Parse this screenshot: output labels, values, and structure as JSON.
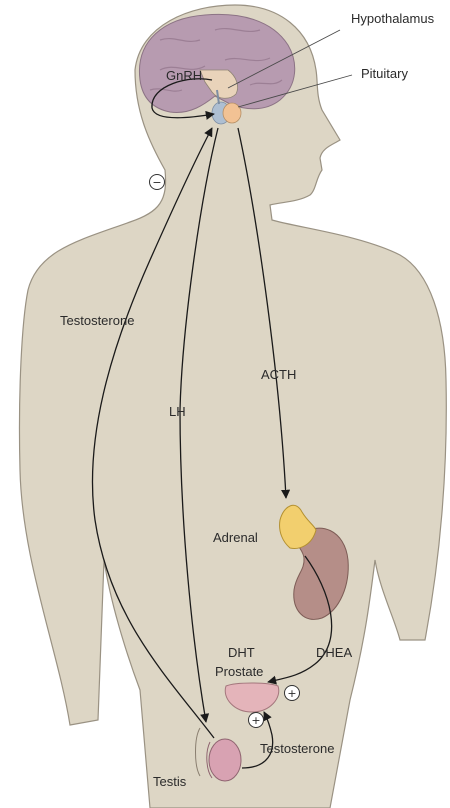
{
  "labels": {
    "hypothalamus": "Hypothalamus",
    "pituitary": "Pituitary",
    "gnrh": "GnRH",
    "testosterone_left": "Testosterone",
    "lh": "LH",
    "acth": "ACTH",
    "adrenal": "Adrenal",
    "dhea": "DHEA",
    "dht": "DHT",
    "prostate": "Prostate",
    "testosterone_bottom": "Testosterone",
    "testis": "Testis"
  },
  "signs": {
    "negative_feedback": "−",
    "positive_prostate_right": "+",
    "positive_prostate_below": "+"
  },
  "colors": {
    "body_fill": "#ddd6c5",
    "body_stroke": "#9a9283",
    "brain": "#b79bb0",
    "brain_fold": "#9c7f95",
    "hypothalamus": "#e9d3ba",
    "pituitary_anterior": "#f2c294",
    "pituitary_posterior": "#aebfd2",
    "adrenal_gland": "#f2cf6e",
    "kidney": "#b58e88",
    "prostate": "#e4b4ba",
    "testis": "#d8a2b2",
    "arrow": "#1a1a1a"
  }
}
